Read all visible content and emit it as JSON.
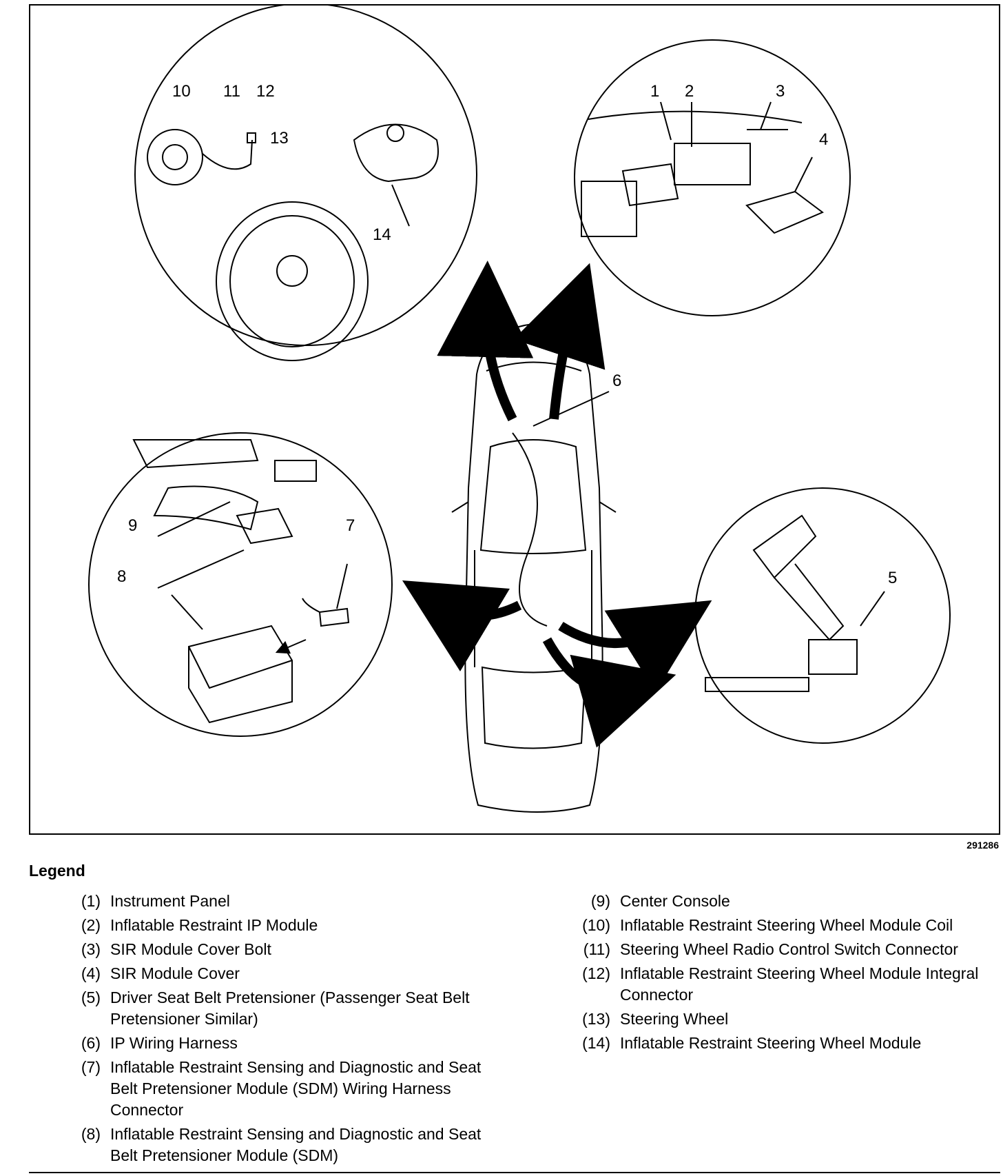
{
  "figure": {
    "id": "291286",
    "callouts": [
      "1",
      "2",
      "3",
      "4",
      "5",
      "6",
      "7",
      "8",
      "9",
      "10",
      "11",
      "12",
      "13",
      "14"
    ]
  },
  "legend": {
    "title": "Legend",
    "items": [
      {
        "num": "(1)",
        "text": "Instrument Panel"
      },
      {
        "num": "(2)",
        "text": "Inflatable Restraint IP Module"
      },
      {
        "num": "(3)",
        "text": "SIR Module Cover Bolt"
      },
      {
        "num": "(4)",
        "text": "SIR Module Cover"
      },
      {
        "num": "(5)",
        "text": "Driver Seat Belt Pretensioner (Passenger Seat Belt Pretensioner Similar)"
      },
      {
        "num": "(6)",
        "text": "IP Wiring Harness"
      },
      {
        "num": "(7)",
        "text": "Inflatable Restraint Sensing and Diagnostic and Seat Belt Pretensioner Module (SDM) Wiring Harness Connector"
      },
      {
        "num": "(8)",
        "text": "Inflatable Restraint Sensing and Diagnostic and Seat Belt Pretensioner Module (SDM)"
      },
      {
        "num": "(9)",
        "text": "Center Console"
      },
      {
        "num": "(10)",
        "text": "Inflatable Restraint Steering Wheel Module Coil"
      },
      {
        "num": "(11)",
        "text": "Steering Wheel Radio Control Switch Connector"
      },
      {
        "num": "(12)",
        "text": "Inflatable Restraint Steering Wheel Module Integral Connector"
      },
      {
        "num": "(13)",
        "text": "Steering Wheel"
      },
      {
        "num": "(14)",
        "text": "Inflatable Restraint Steering Wheel Module"
      }
    ]
  },
  "colors": {
    "line": "#000000",
    "background": "#ffffff"
  }
}
